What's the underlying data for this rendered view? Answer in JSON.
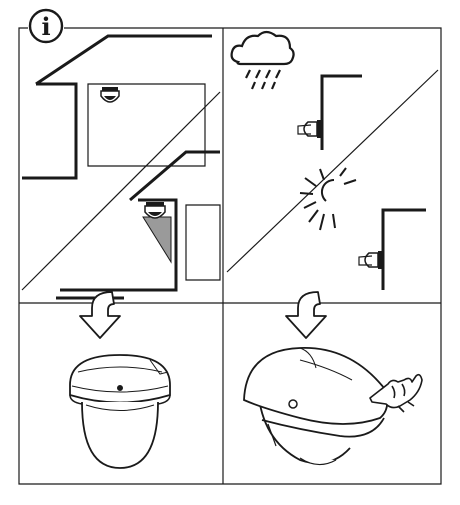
{
  "header": {
    "info_symbol": "i",
    "icon": "info-icon"
  },
  "panels": [
    {
      "id": "ceiling-and-wall-mount",
      "scenes": [
        "ceiling-mounted-camera",
        "eave-mounted-camera"
      ],
      "result": "dome-camera-without-shield"
    },
    {
      "id": "outdoor-wall-mount",
      "scenes": [
        "rain-cloud-icon",
        "sun-icon"
      ],
      "result": "dome-camera-with-weathershield"
    }
  ],
  "colors": {
    "line": "#1a1a1a",
    "fill": "#ffffff",
    "shade": "#9a9a9a",
    "light_shade": "#e6e6e6"
  }
}
